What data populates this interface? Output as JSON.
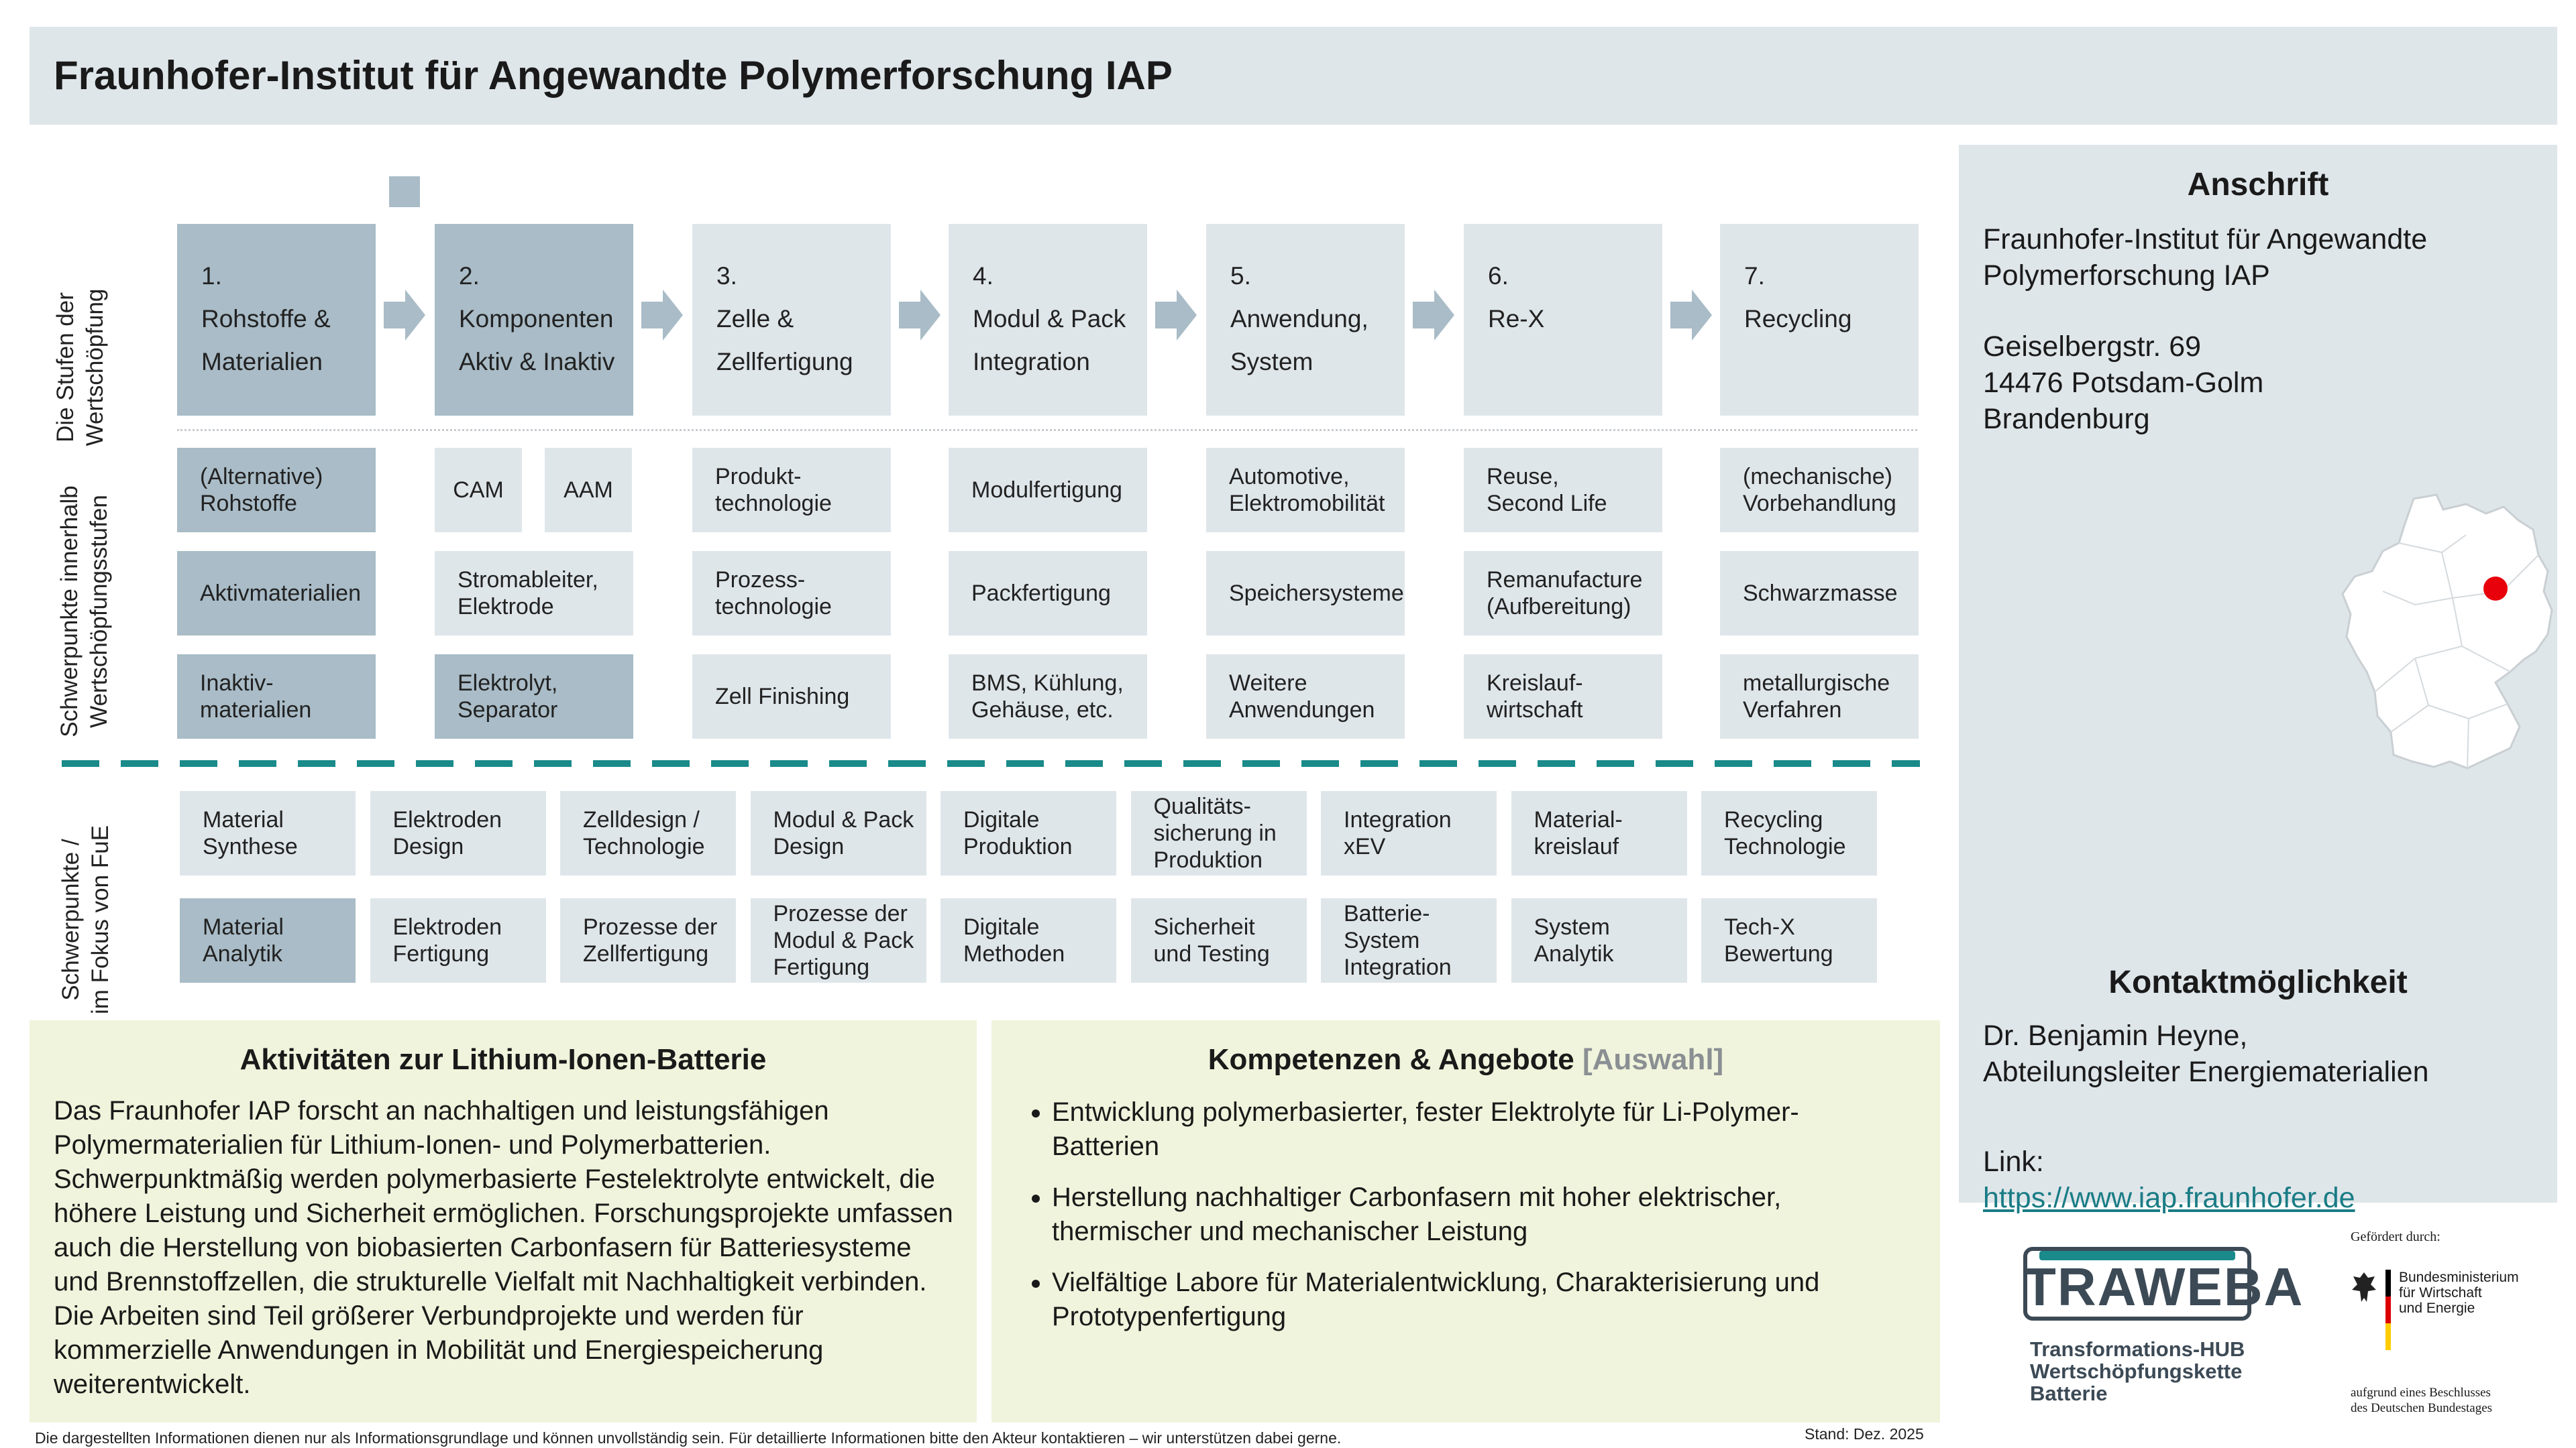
{
  "header": {
    "title": "Fraunhofer-Institut für Angewandte Polymerforschung IAP"
  },
  "labels": {
    "stages": "Die Stufen der\nWertschöpfung",
    "focus": "Schwerpunkte innerhalb\nWertschöpfungsstufen",
    "rnd": "Schwerpunkte /\nim Fokus  von FuE"
  },
  "stages": [
    {
      "label": "1.\nRohstoffe &\nMaterialien",
      "active": true
    },
    {
      "label": "2.\nKomponenten\nAktiv & Inaktiv",
      "active": true
    },
    {
      "label": "3.\nZelle &\nZellfertigung",
      "active": false
    },
    {
      "label": "4.\nModul & Pack\nIntegration",
      "active": false
    },
    {
      "label": "5.\nAnwendung,\nSystem",
      "active": false
    },
    {
      "label": "6.\nRe-X",
      "active": false
    },
    {
      "label": "7.\nRecycling",
      "active": false
    }
  ],
  "focus_rows": [
    [
      "(Alternative)\nRohstoffe",
      "CAM",
      "AAM",
      "Produkt-\ntechnologie",
      "Modulfertigung",
      "Automotive,\nElektromobilität",
      "Reuse,\nSecond Life",
      "(mechanische)\nVorbehandlung"
    ],
    [
      "Aktivmaterialien",
      "Stromableiter,\nElektrode",
      "Prozess-\ntechnologie",
      "Packfertigung",
      "Speichersysteme",
      "Remanufacture\n(Aufbereitung)",
      "Schwarzmasse"
    ],
    [
      "Inaktiv-\nmaterialien",
      "Elektrolyt,\nSeparator",
      "Zell Finishing",
      "BMS, Kühlung,\nGehäuse, etc.",
      "Weitere\nAnwendungen",
      "Kreislauf-\nwirtschaft",
      "metallurgische\nVerfahren"
    ]
  ],
  "rnd_rows": [
    [
      "Material\nSynthese",
      "Elektroden\nDesign",
      "Zelldesign /\nTechnologie",
      "Modul & Pack\nDesign",
      "Digitale\nProduktion",
      "Qualitäts-\nsicherung in\nProduktion",
      "Integration\nxEV",
      "Material-\nkreislauf",
      "Recycling\nTechnologie"
    ],
    [
      "Material\nAnalytik",
      "Elektroden\nFertigung",
      "Prozesse der\nZellfertigung",
      "Prozesse der\nModul & Pack\nFertigung",
      "Digitale\nMethoden",
      "Sicherheit\nund Testing",
      "Batterie-\nSystem\nIntegration",
      "System\nAnalytik",
      "Tech-X\nBewertung"
    ]
  ],
  "activities": {
    "title": "Aktivitäten zur Lithium-Ionen-Batterie",
    "text": "Das Fraunhofer IAP forscht an nachhaltigen und leistungsfähigen Polymermaterialien für Lithium-Ionen- und Polymerbatterien. Schwerpunktmäßig werden polymerbasierte Festelektrolyte entwickelt, die höhere Leistung und Sicherheit ermöglichen. Forschungsprojekte umfassen auch die Herstellung von biobasierten Carbonfasern für Batteriesysteme und Brennstoffzellen, die strukturelle Vielfalt mit Nachhaltigkeit verbinden. Die Arbeiten sind Teil größerer Verbundprojekte und werden für kommerzielle Anwendungen in Mobilität und Energiespeicherung weiterentwickelt."
  },
  "competences": {
    "title": "Kompetenzen & Angebote",
    "title_suffix": "[Auswahl]",
    "items": [
      "Entwicklung polymerbasierter, fester Elektrolyte für Li-Polymer-Batterien",
      "Herstellung nachhaltiger Carbonfasern mit hoher elektrischer, thermischer und mechanischer Leistung",
      "Vielfältige Labore für Materialentwicklung, Charakterisierung und Prototypenfertigung"
    ]
  },
  "address": {
    "heading": "Anschrift",
    "name": "Fraunhofer-Institut für Angewandte\nPolymerforschung IAP",
    "street": "Geiselbergstr.  69\n14476 Potsdam-Golm\nBrandenburg"
  },
  "contact": {
    "heading": "Kontaktmöglichkeit",
    "person": "Dr. Benjamin Heyne,\nAbteilungsleiter Energiematerialien",
    "link_label": "Link:",
    "link": "https://www.iap.fraunhofer.de"
  },
  "logos": {
    "traweba": "TRAWEBA",
    "traweba_sub": "Transformations-HUB\nWertschöpfungskette\nBatterie",
    "funded_by": "Gefördert durch:",
    "ministry": "Bundesministerium\nfür Wirtschaft\nund Energie",
    "resolution": "aufgrund eines Beschlusses\ndes Deutschen Bundestages"
  },
  "footer": {
    "disclaimer": "Die dargestellten Informationen dienen nur als Informationsgrundlage und können unvollständig sein. Für detaillierte Informationen bitte den Akteur kontaktieren – wir unterstützen dabei gerne.",
    "date": "Stand: Dez. 2025"
  },
  "colors": {
    "box_light": "#dfe6ea",
    "box_dark": "#a9bcc7",
    "panel": "#f0f4dc",
    "teal": "#1a8a8a",
    "map_marker": "#e8000b"
  }
}
